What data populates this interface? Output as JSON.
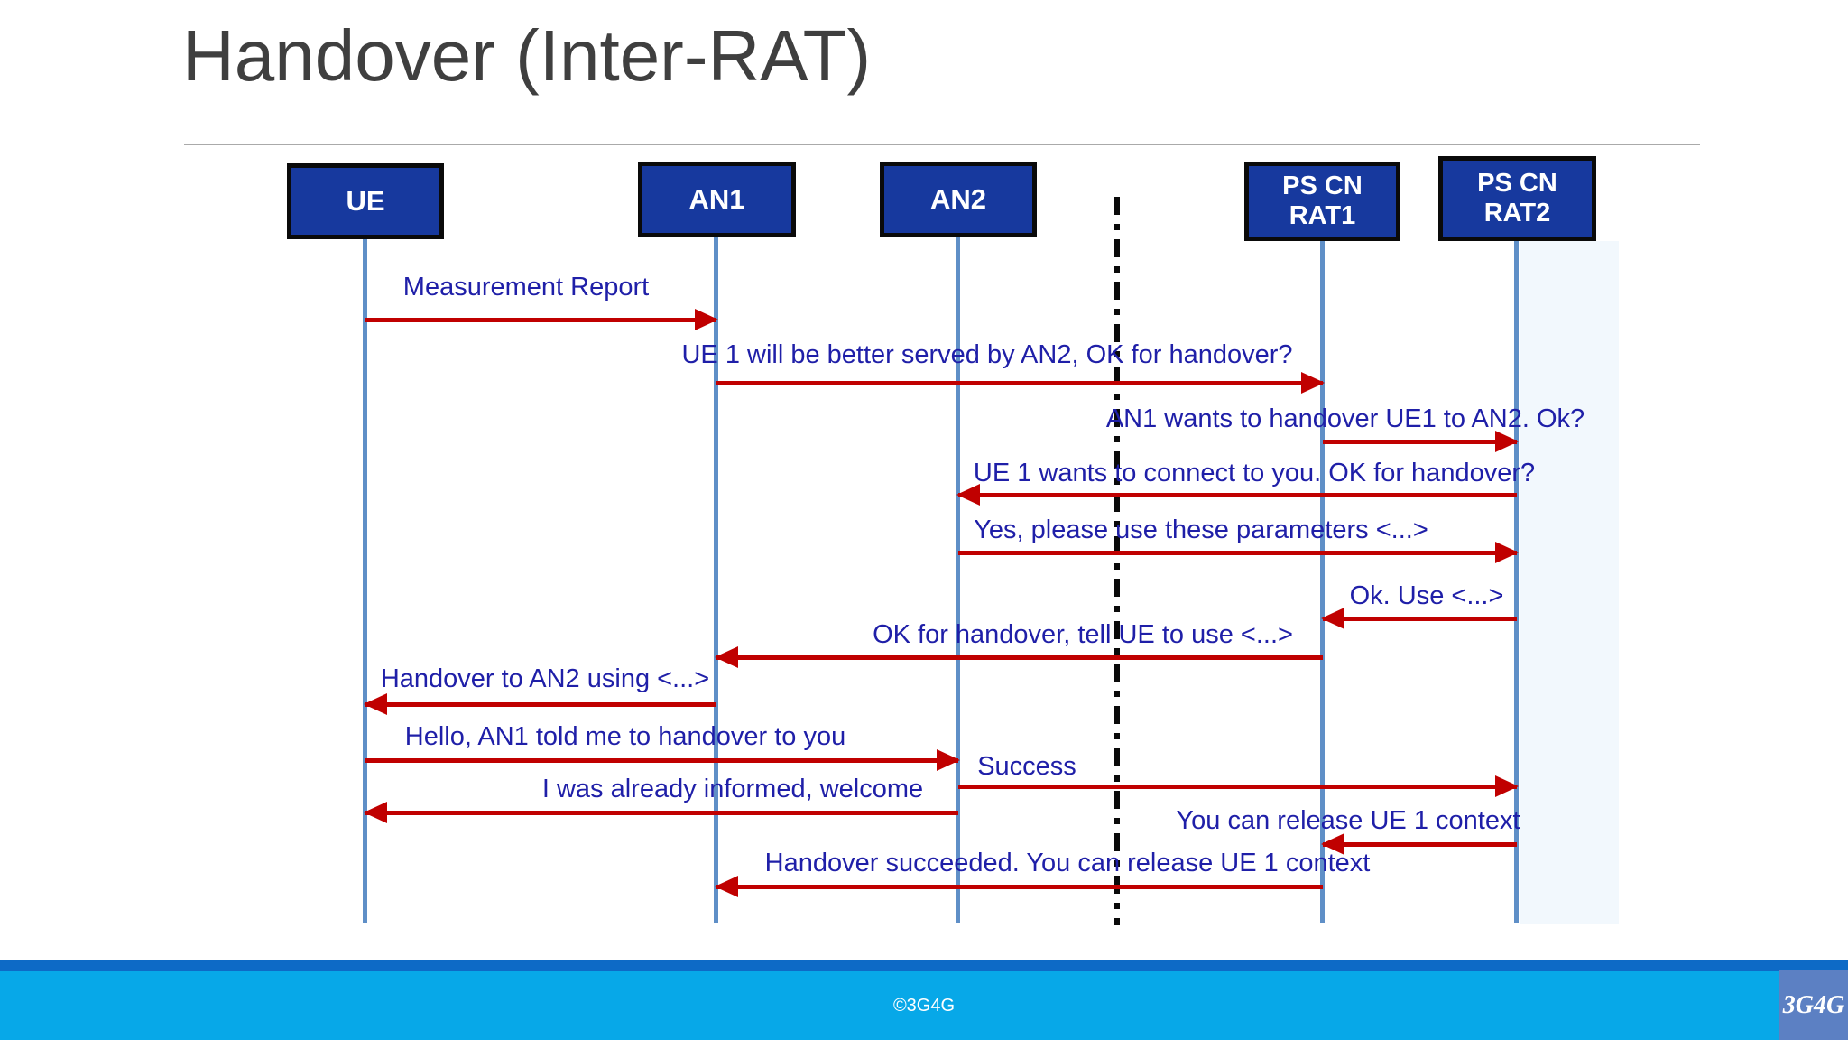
{
  "slide": {
    "title": "Handover (Inter-RAT)",
    "footer": {
      "copyright": "©3G4G",
      "logo": "3G4G"
    }
  },
  "colors": {
    "actor_box_fill": "#17399e",
    "actor_box_border": "#0a0a0a",
    "lifeline": "#5f8fc7",
    "arrow": "#c00000",
    "message_text": "#1f1fa8",
    "title_text": "#3f3f3f",
    "footer_bar": "#0d6ac6",
    "footer_strip": "#07a8e8",
    "logo_box": "#5c80c3"
  },
  "actors": [
    {
      "label": "UE"
    },
    {
      "label": "AN1"
    },
    {
      "label": "AN2"
    },
    {
      "label": "PS CN RAT1",
      "line1": "PS CN",
      "line2": "RAT1"
    },
    {
      "label": "PS CN RAT2",
      "line1": "PS CN",
      "line2": "RAT2"
    }
  ],
  "messages": [
    {
      "from": "UE",
      "to": "AN1",
      "direction": "right",
      "text": "Measurement Report"
    },
    {
      "from": "AN1",
      "to": "PS CN RAT1",
      "direction": "right",
      "text": "UE 1 will be better served by AN2, OK for handover?"
    },
    {
      "from": "PS CN RAT1",
      "to": "PS CN RAT2",
      "direction": "right",
      "text": "AN1 wants to handover UE1 to AN2. Ok?"
    },
    {
      "from": "PS CN RAT2",
      "to": "AN2",
      "direction": "left",
      "text": "UE 1 wants to connect to you. OK for handover?"
    },
    {
      "from": "AN2",
      "to": "PS CN RAT2",
      "direction": "right",
      "text": "Yes, please use these parameters <...>"
    },
    {
      "from": "PS CN RAT2",
      "to": "PS CN RAT1",
      "direction": "left",
      "text": "Ok. Use <...>"
    },
    {
      "from": "PS CN RAT1",
      "to": "AN1",
      "direction": "left",
      "text": "OK for handover, tell UE to use <...>"
    },
    {
      "from": "AN1",
      "to": "UE",
      "direction": "left",
      "text": "Handover to AN2 using <...>"
    },
    {
      "from": "UE",
      "to": "AN2",
      "direction": "right",
      "text": "Hello, AN1 told me to handover to you"
    },
    {
      "from": "AN2",
      "to": "PS CN RAT2",
      "direction": "right",
      "text": "Success"
    },
    {
      "from": "AN2",
      "to": "UE",
      "direction": "left",
      "text": "I was already informed, welcome"
    },
    {
      "from": "PS CN RAT2",
      "to": "PS CN RAT1",
      "direction": "left",
      "text": "You can release UE 1 context"
    },
    {
      "from": "PS CN RAT1",
      "to": "AN1",
      "direction": "left",
      "text": "Handover succeeded. You can release UE 1 context"
    }
  ]
}
